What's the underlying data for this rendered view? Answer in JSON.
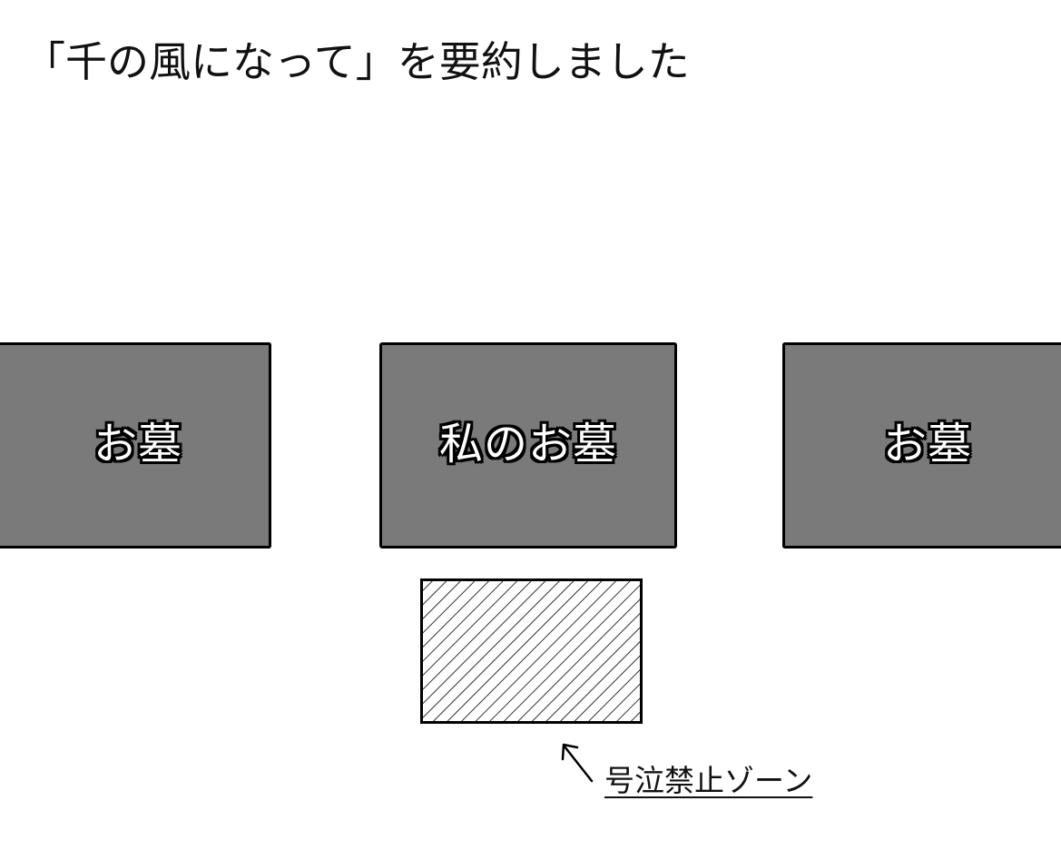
{
  "title": "「千の風になって」を要約しました",
  "graves": {
    "left": {
      "label": "お墓"
    },
    "center": {
      "label": "私のお墓"
    },
    "right": {
      "label": "お墓"
    }
  },
  "zone": {
    "caption": "号泣禁止ゾーン",
    "pattern": "diagonal-hatch"
  },
  "colors": {
    "grave_fill": "#7a7a7a",
    "outline": "#000000",
    "label_text": "#ffffff",
    "background": "#ffffff"
  },
  "icons": {
    "pointer": "arrow-up-left-icon"
  }
}
